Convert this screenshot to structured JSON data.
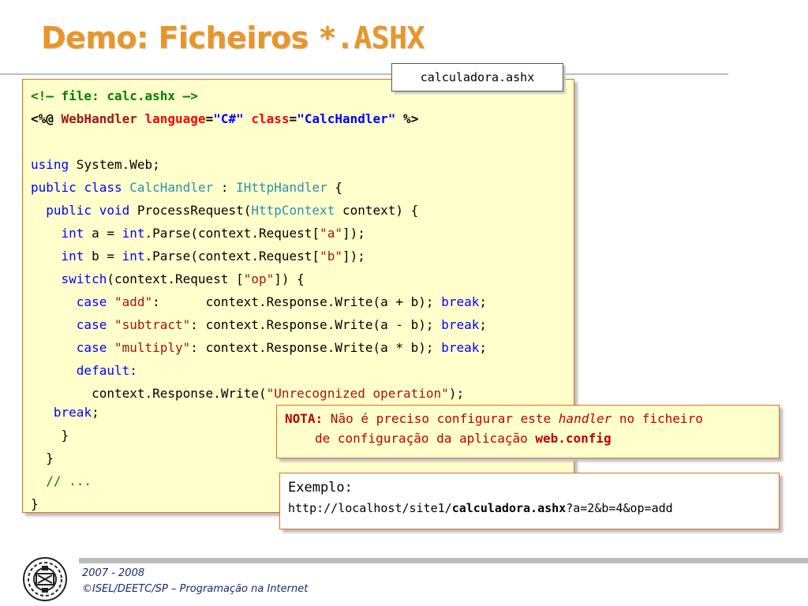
{
  "slide": {
    "title_prefix": "Demo: Ficheiros ",
    "title_mono": "*.ASHX",
    "file_label": "calculadora.ashx"
  },
  "code": {
    "l1": "<!— file: calc.ashx —>",
    "l2_open": "<%@ ",
    "l2_handler": "WebHandler",
    "l2_lang_attr": "language",
    "l2_eq1": "=",
    "l2_lang_val": "\"C#\"",
    "l2_class_attr": "class",
    "l2_eq2": "=",
    "l2_class_val": "\"CalcHandler\"",
    "l2_close": " %>",
    "l3_using": "using",
    "l3_rest": " System.Web;",
    "l4_public": "public",
    "l4_class": "class",
    "l4_name": "CalcHandler",
    "l4_colon": " : ",
    "l4_iface": "IHttpHandler",
    "l4_brace": " {",
    "l5_indent": "  ",
    "l5_public": "public",
    "l5_void": "void",
    "l5_method": " ProcessRequest(",
    "l5_type": "HttpContext",
    "l5_rest": " context) {",
    "l6_indent": "    ",
    "l6_int1": "int",
    "l6_mid": " a = ",
    "l6_int2": "int",
    "l6_call": ".Parse(context.Request[",
    "l6_str": "\"a\"",
    "l6_end": "]);",
    "l7_indent": "    ",
    "l7_int1": "int",
    "l7_mid": " b = ",
    "l7_int2": "int",
    "l7_call": ".Parse(context.Request[",
    "l7_str": "\"b\"",
    "l7_end": "]);",
    "l8_indent": "    ",
    "l8_switch": "switch",
    "l8_mid": "(context.Request [",
    "l8_str": "\"op\"",
    "l8_end": "]) {",
    "l9_indent": "      ",
    "l9_case": "case",
    "l9_str": "\"add\"",
    "l9_rest": ":      context.Response.Write(a + b); ",
    "l9_break": "break",
    "l9_semi": ";",
    "l10_indent": "      ",
    "l10_case": "case",
    "l10_str": "\"subtract\"",
    "l10_rest": ": context.Response.Write(a - b); ",
    "l10_break": "break",
    "l10_semi": ";",
    "l11_indent": "      ",
    "l11_case": "case",
    "l11_str": "\"multiply\"",
    "l11_rest": ": context.Response.Write(a * b); ",
    "l11_break": "break",
    "l11_semi": ";",
    "l12_indent": "      ",
    "l12_default": "default:",
    "l13_indent": "        ",
    "l13_call": "context.Response.Write(",
    "l13_str": "\"Unrecognized operation\"",
    "l13_end": ");",
    "l14_indent": "   ",
    "l14_break": "break",
    "l14_semi": ";",
    "l15": "    }",
    "l16": "  }",
    "l17_indent": "  ",
    "l17_comment": "// ...",
    "l18": "}"
  },
  "note": {
    "label": "NOTA:",
    "t1": " Não é preciso configurar este ",
    "handler": "handler",
    "t2": " no ficheiro",
    "t3": "de configuração da aplicação ",
    "webconfig": "web.config"
  },
  "example": {
    "label": "Exemplo:",
    "url_prefix": "http://localhost/site1/",
    "url_bold": "calculadora.ashx",
    "url_query": "?a=2&b=4&op=add"
  },
  "footer": {
    "years": "2007 - 2008",
    "credit": "©ISEL/DEETC/SP – Programação na Internet"
  }
}
